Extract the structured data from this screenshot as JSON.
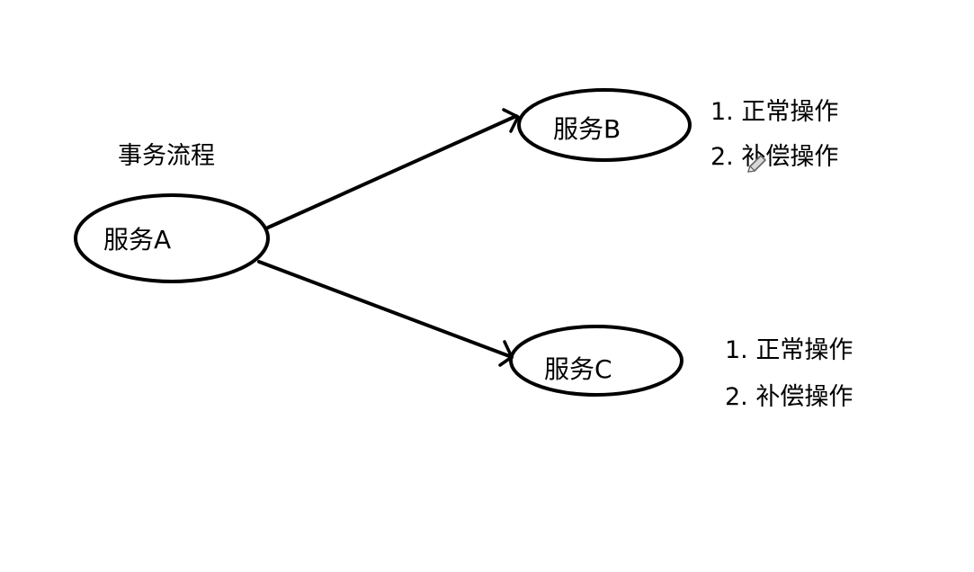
{
  "diagram": {
    "title": "事务流程",
    "nodes": {
      "a": {
        "label": "服务A"
      },
      "b": {
        "label": "服务B"
      },
      "c": {
        "label": "服务C"
      }
    },
    "notes": {
      "b": [
        "1. 正常操作",
        "2. 补偿操作"
      ],
      "c": [
        "1. 正常操作",
        "2. 补偿操作"
      ]
    }
  },
  "colors": {
    "stroke": "#000000",
    "background": "#ffffff"
  },
  "icons": {
    "cursor": "pencil-cursor-icon"
  }
}
